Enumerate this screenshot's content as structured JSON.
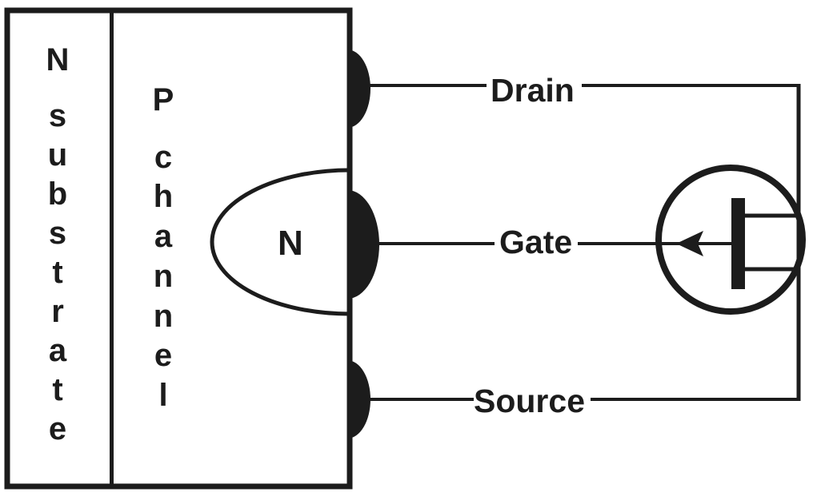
{
  "diagram": {
    "type": "semiconductor-structure-diagram",
    "regions": {
      "substrate": "N substrate",
      "channel": "P channel",
      "n_region": "N"
    },
    "terminals": {
      "drain": "Drain",
      "gate": "Gate",
      "source": "Source"
    },
    "symbol": {
      "name": "p-channel-jfet-symbol"
    },
    "colors": {
      "ink": "#1c1c1c",
      "background": "#ffffff"
    }
  }
}
